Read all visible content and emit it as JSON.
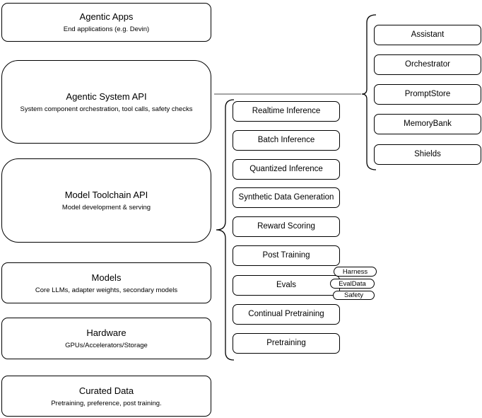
{
  "diagram": {
    "layers": [
      {
        "title": "Agentic Apps",
        "subtitle": "End applications (e.g. Devin)"
      },
      {
        "title": "Agentic System API",
        "subtitle": "System component orchestration, tool calls, safety checks"
      },
      {
        "title": "Model Toolchain API",
        "subtitle": "Model development & serving"
      },
      {
        "title": "Models",
        "subtitle": "Core LLMs, adapter weights, secondary models"
      },
      {
        "title": "Hardware",
        "subtitle": "GPUs/Accelerators/Storage"
      },
      {
        "title": "Curated Data",
        "subtitle": "Pretraining, preference, post training."
      }
    ],
    "toolchain_services": [
      "Realtime Inference",
      "Batch Inference",
      "Quantized Inference",
      "Synthetic Data Generation",
      "Reward Scoring",
      "Post Training",
      "Evals",
      "Continual Pretraining",
      "Pretraining"
    ],
    "eval_components": [
      "Harness",
      "EvalData",
      "Safety"
    ],
    "system_components": [
      "Assistant",
      "Orchestrator",
      "PromptStore",
      "MemoryBank",
      "Shields"
    ],
    "colors": {
      "shape_border": "#000000",
      "shape_fill": "#ffffff",
      "connector": "#6e6e6e",
      "background": "#ffffff"
    }
  }
}
